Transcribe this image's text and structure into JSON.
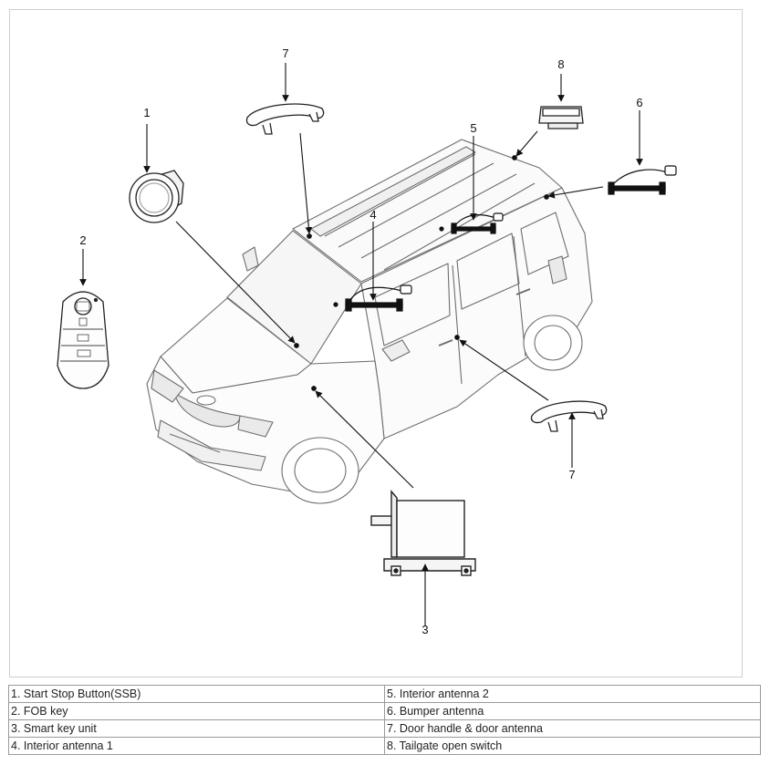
{
  "callouts": {
    "c1": "1",
    "c2": "2",
    "c3": "3",
    "c4": "4",
    "c5": "5",
    "c6": "6",
    "c7a": "7",
    "c7b": "7",
    "c8": "8"
  },
  "legend": {
    "left": [
      "1. Start Stop Button(SSB)",
      "2. FOB key",
      "3. Smart key unit",
      "4. Interior antenna 1"
    ],
    "right": [
      "5. Interior antenna 2",
      "6. Bumper antenna",
      "7. Door handle & door antenna",
      "8. Tailgate open switch"
    ]
  },
  "icons": [
    "start-stop-button-icon",
    "fob-key-icon",
    "smart-key-unit-icon",
    "interior-antenna-icon",
    "bumper-antenna-icon",
    "door-handle-icon",
    "tailgate-switch-icon",
    "car-icon"
  ]
}
